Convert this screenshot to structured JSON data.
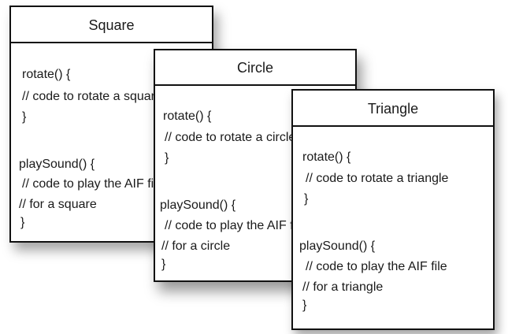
{
  "cards": [
    {
      "title": "Square",
      "lines": [
        "rotate() {",
        " // code to rotate a square",
        "}",
        "playSound() {",
        " // code to play the AIF file",
        " // for a square",
        "}"
      ]
    },
    {
      "title": "Circle",
      "lines": [
        "rotate() {",
        " // code to rotate a circle",
        "}",
        "playSound() {",
        " // code to play the AIF file",
        " // for a circle",
        "}"
      ]
    },
    {
      "title": "Triangle",
      "lines": [
        "rotate() {",
        " // code to rotate a triangle",
        "}",
        "playSound() {",
        " // code to play the AIF file",
        " // for a triangle",
        "}"
      ]
    }
  ]
}
